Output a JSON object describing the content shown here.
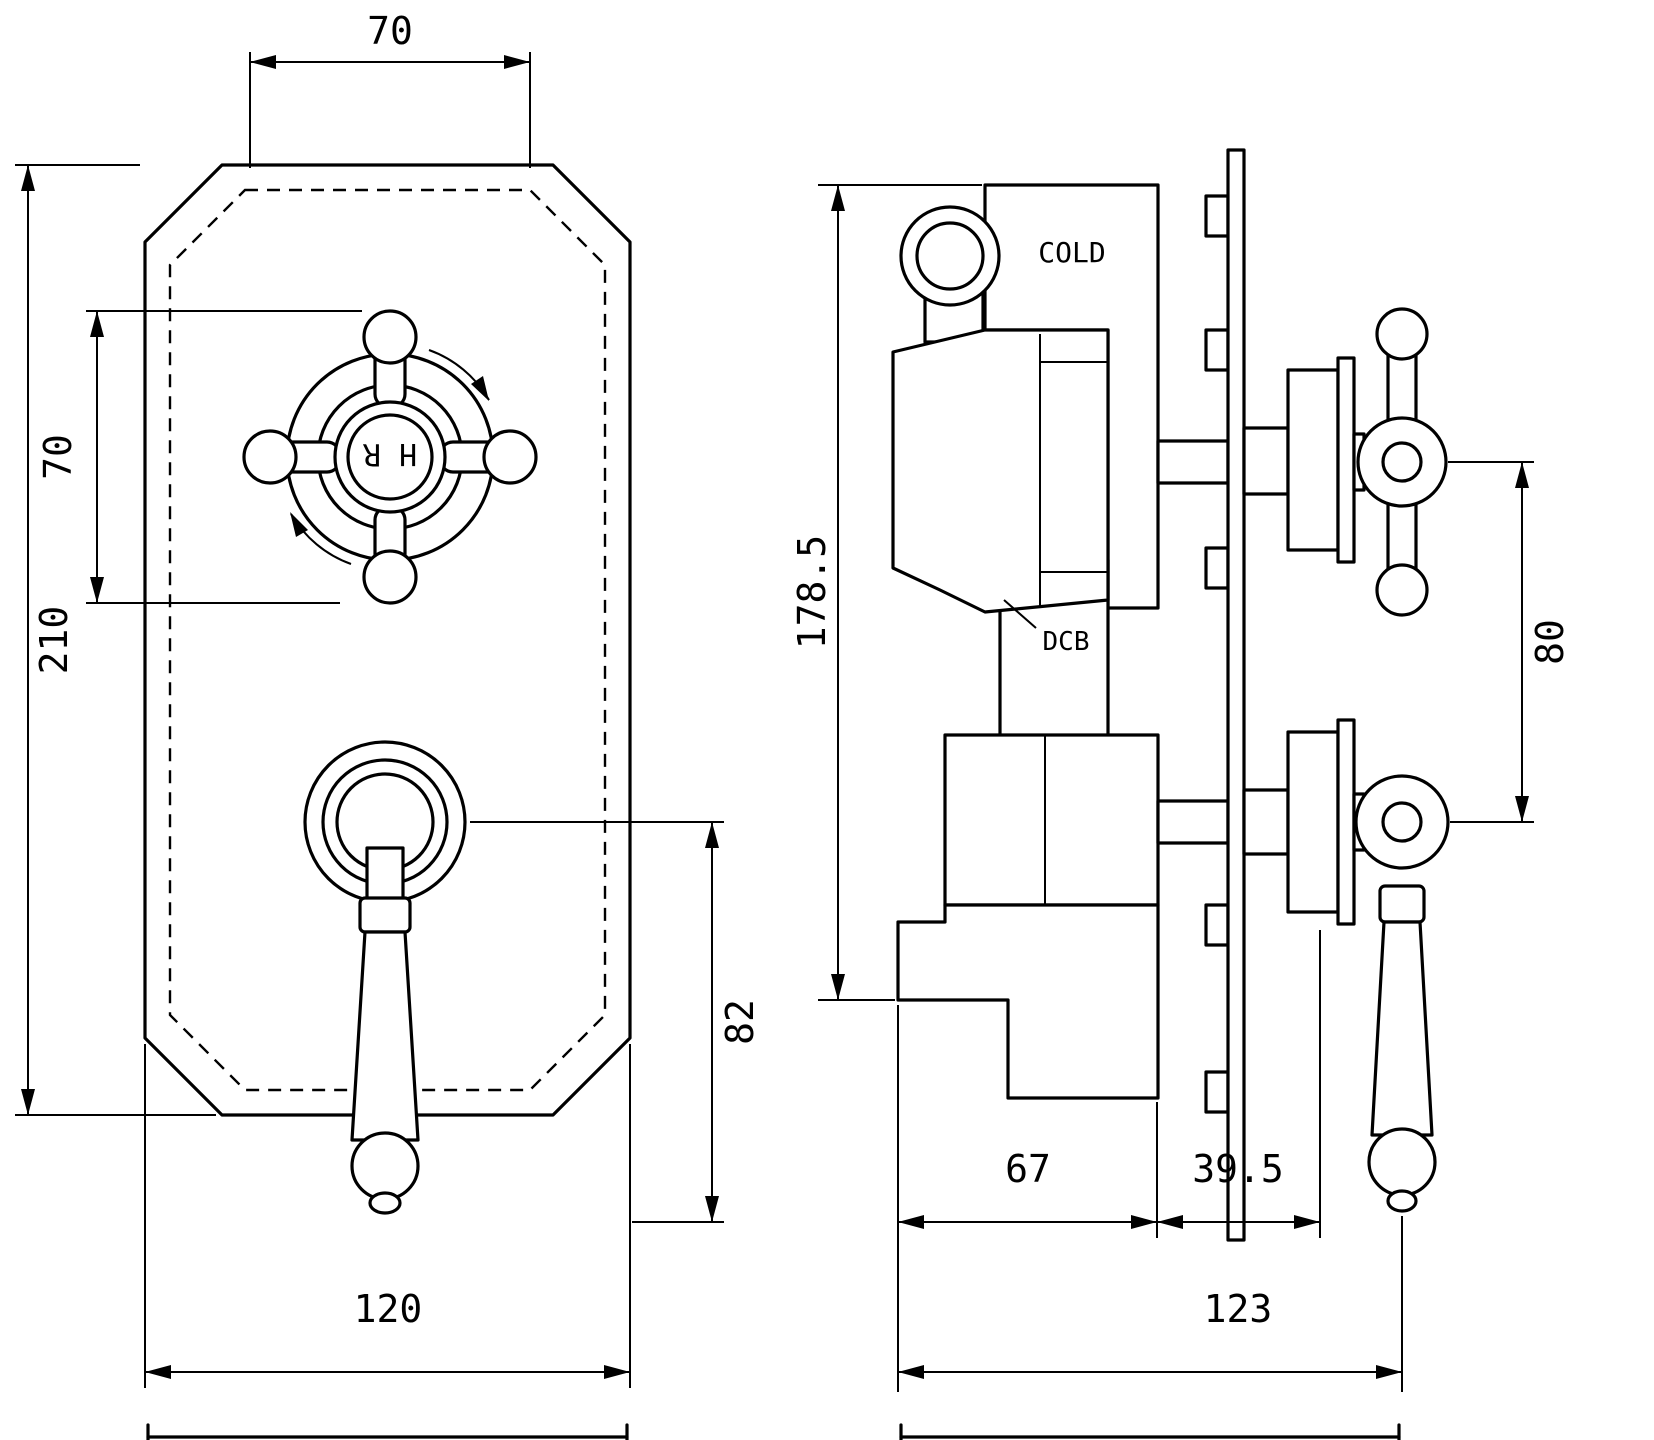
{
  "front_view": {
    "dim_top_width": "70",
    "dim_handle_span": "70",
    "dim_plate_height": "210",
    "dim_plate_width": "120",
    "dim_lever_drop": "82",
    "hub_marking": "H R"
  },
  "side_view": {
    "label_cold": "COLD",
    "label_dcb": "DCB",
    "dim_overall_height": "178.5",
    "dim_handle_centres": "80",
    "dim_body_depth": "67",
    "dim_projection": "39.5",
    "dim_overall_depth": "123"
  }
}
